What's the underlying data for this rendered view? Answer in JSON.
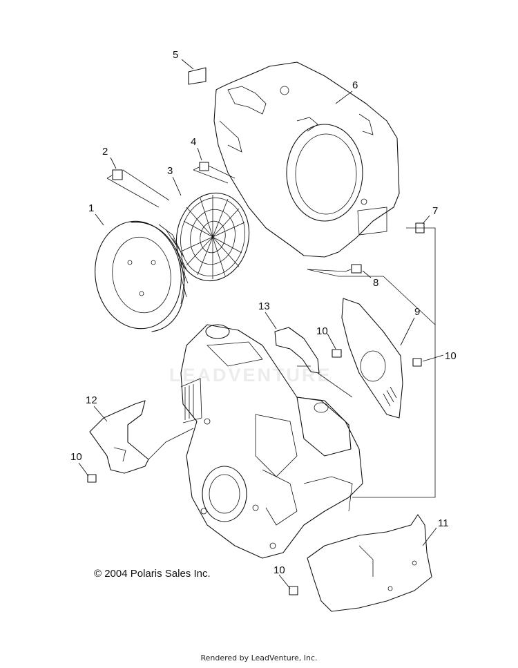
{
  "callouts": {
    "c1": "1",
    "c2": "2",
    "c3": "3",
    "c4": "4",
    "c5": "5",
    "c6": "6",
    "c7": "7",
    "c8": "8",
    "c9": "9",
    "c10a": "10",
    "c10b": "10",
    "c10c": "10",
    "c10d": "10",
    "c11": "11",
    "c12": "12",
    "c13": "13"
  },
  "copyright": "© 2004 Polaris Sales Inc.",
  "footer": "Rendered by LeadVenture, Inc.",
  "watermark": "LEADVENTURE"
}
